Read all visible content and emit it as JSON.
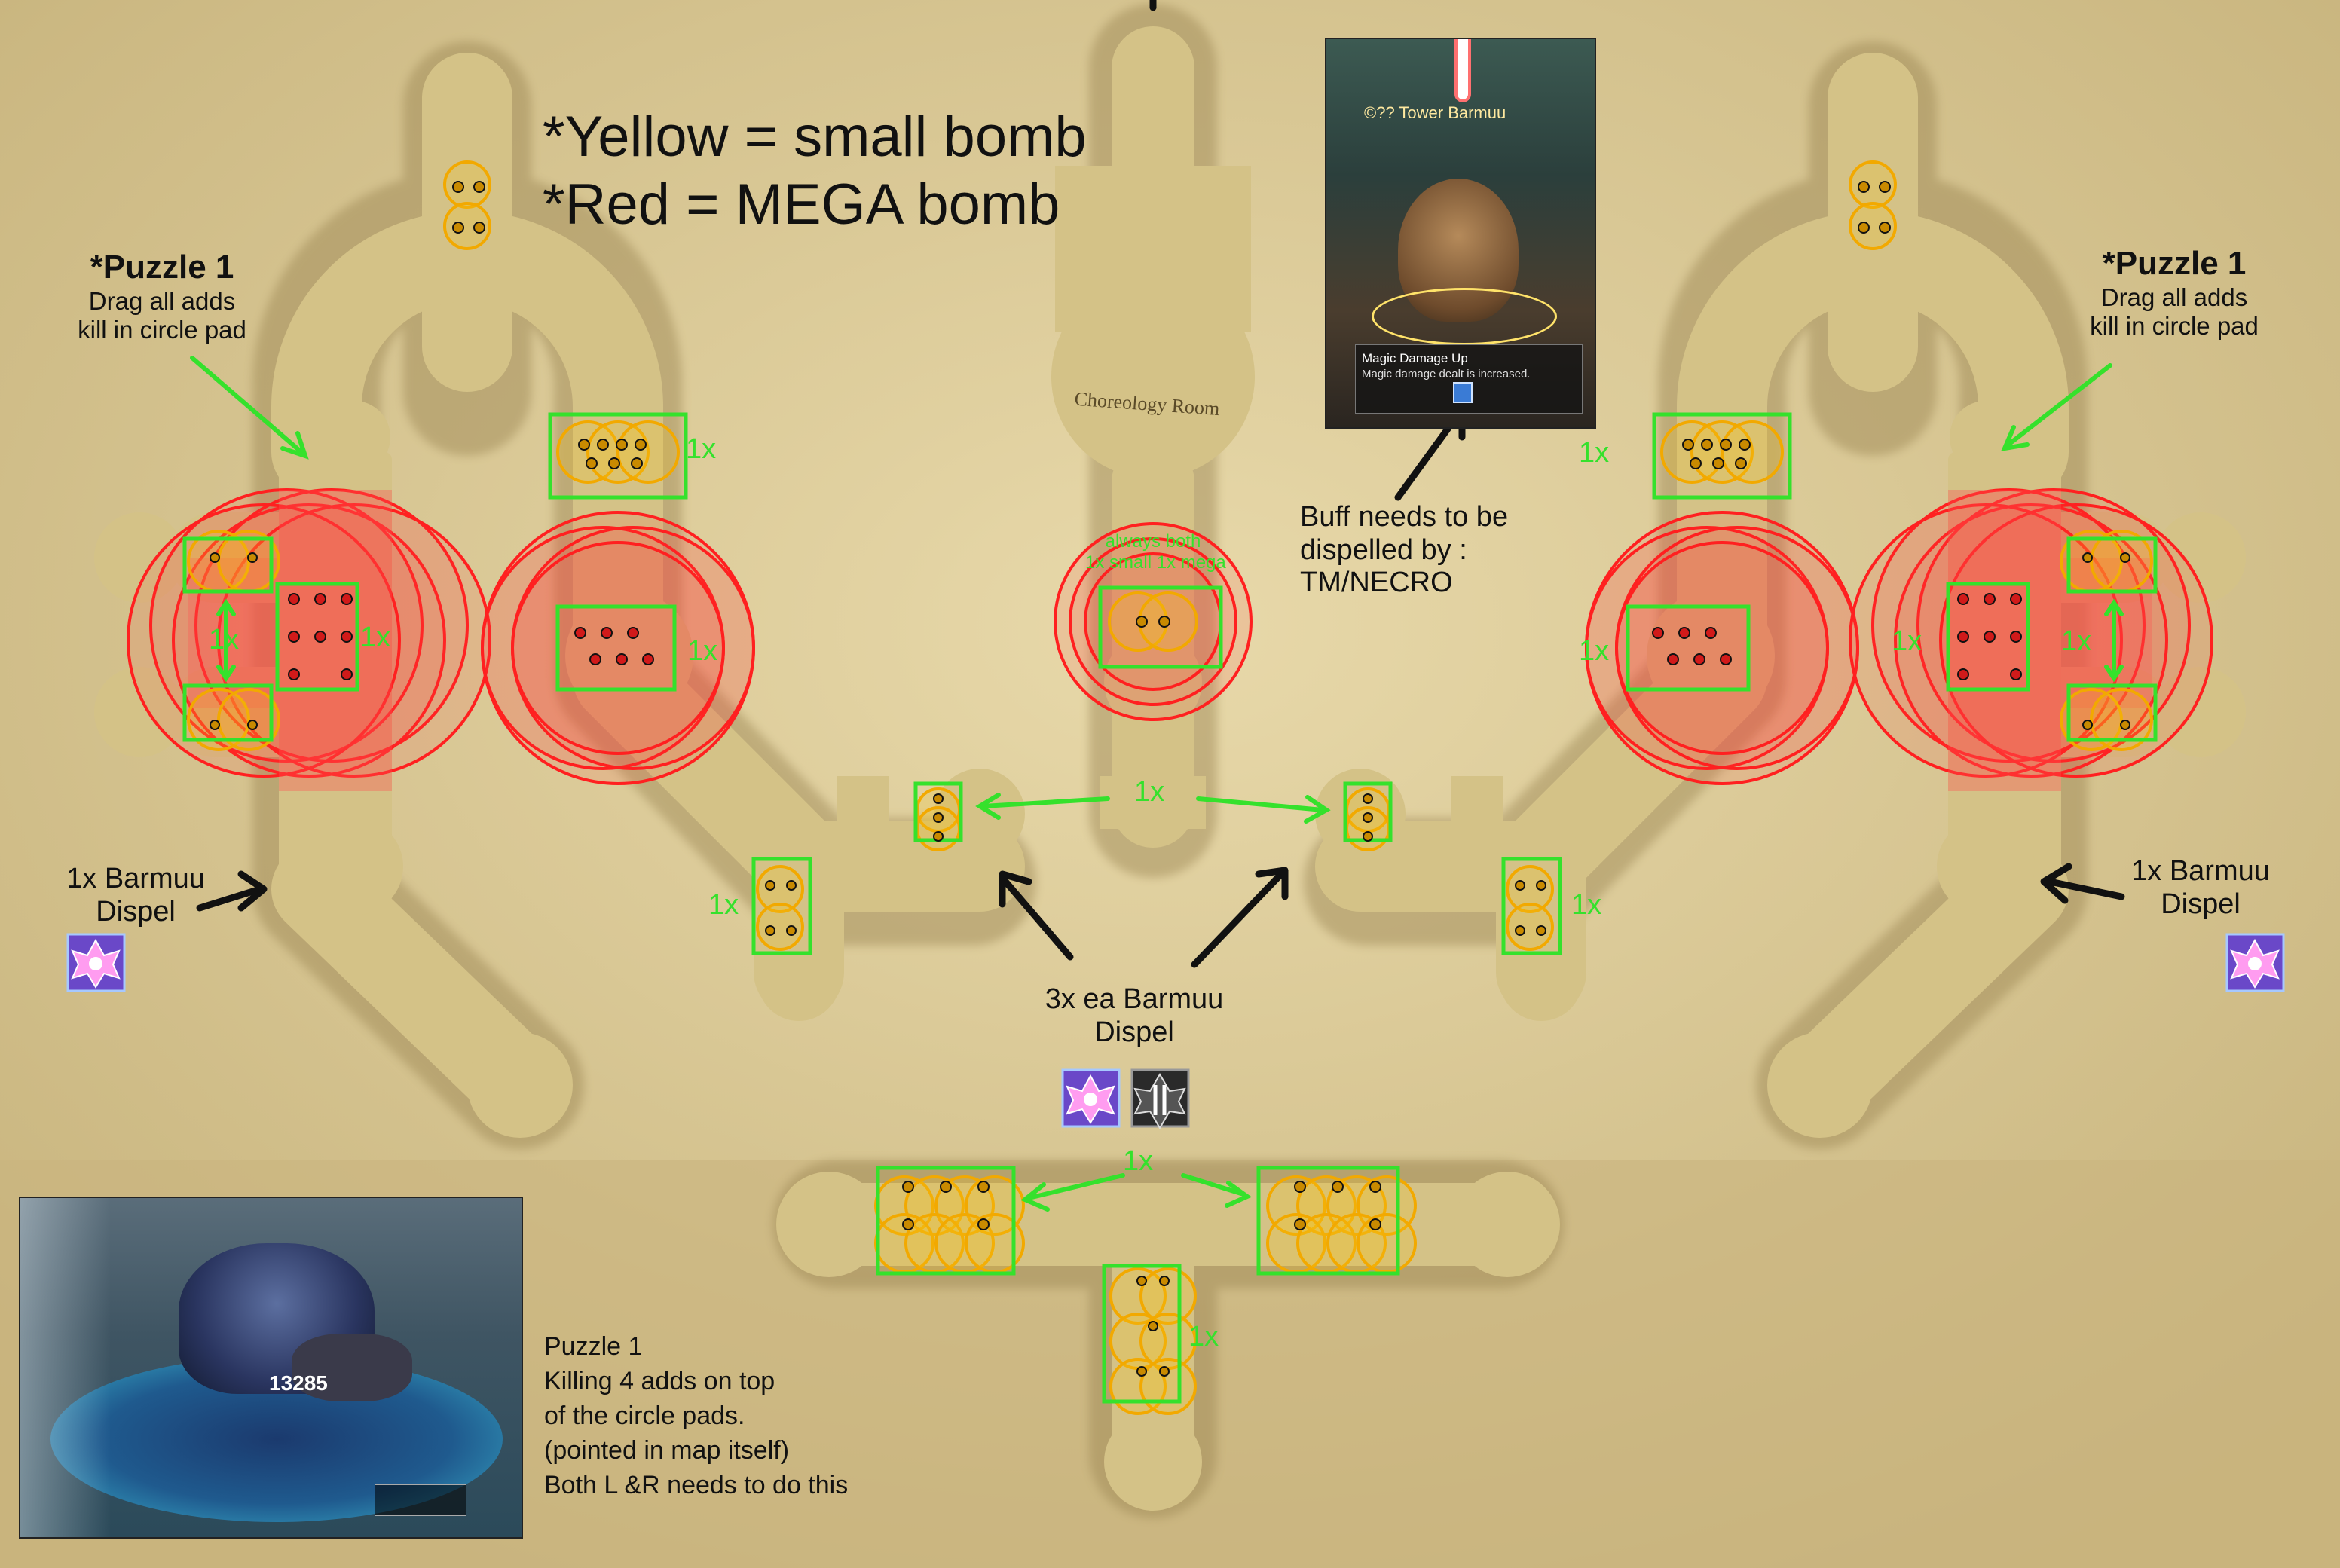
{
  "legend": {
    "yellow": "*Yellow = small bomb",
    "red": "*Red = MEGA bomb"
  },
  "puzzle_left": {
    "title": "*Puzzle 1",
    "line1": "Drag all adds",
    "line2": "kill in circle pad"
  },
  "puzzle_right": {
    "title": "*Puzzle 1",
    "line1": "Drag all adds",
    "line2": "kill in circle pad"
  },
  "barmuu_left": {
    "line1": "1x Barmuu",
    "line2": "Dispel"
  },
  "barmuu_right": {
    "line1": "1x Barmuu",
    "line2": "Dispel"
  },
  "barmuu_center": {
    "line1": "3x ea Barmuu",
    "line2": "Dispel"
  },
  "buff_note": {
    "line1": "Buff needs to be",
    "line2": "dispelled by :",
    "line3": "TM/NECRO"
  },
  "room_label": "Choreology Room",
  "center_note": {
    "line1": "always both",
    "line2": "1x small 1x mega"
  },
  "count_label": "1x",
  "screenshot_top": {
    "nameplate": "©?? Tower Barmuu",
    "status_title": "Magic Damage Up",
    "status_desc": "Magic damage dealt is increased."
  },
  "screenshot_bottom": {
    "hud_number": "13285"
  },
  "puzzle_note": {
    "line1": "Puzzle 1",
    "line2": "Killing 4 adds on top",
    "line3": "of the circle pads.",
    "line4": "(pointed in map itself)",
    "line5": "Both L &R needs to do this"
  },
  "colors": {
    "floor": "#d6c58e",
    "green": "#35e12c",
    "red_bomb": "#ff2a2a",
    "yellow_bomb": "#f2b100",
    "arrow_black": "#111111"
  },
  "icons": [
    "dispel-sigil-icon",
    "necro-sigil-icon",
    "arrow-icon"
  ]
}
